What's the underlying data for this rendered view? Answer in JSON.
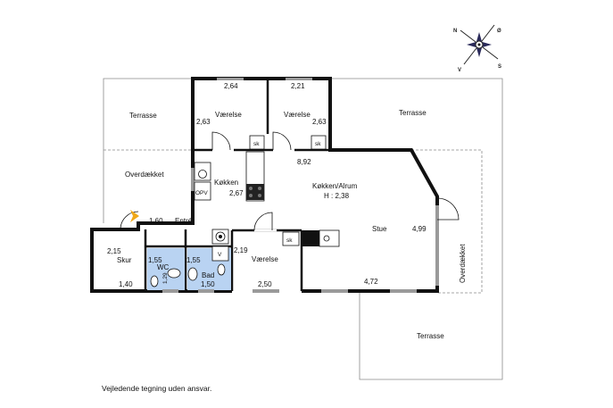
{
  "compass": {
    "n": "N",
    "s": "S",
    "v": "V",
    "o": "Ø"
  },
  "labels": {
    "terrasse_left": "Terrasse",
    "terrasse_top_right": "Terrasse",
    "terrasse_bottom": "Terrasse",
    "overdaekket_left": "Overdækket",
    "overdaekket_right": "Overdækket",
    "vaerelse_1": "Værelse",
    "vaerelse_2": "Værelse",
    "vaerelse_3": "Værelse",
    "koekken": "Køkken",
    "koekken_alrum": "Køkken/Alrum",
    "height": "H : 2,38",
    "stue": "Stue",
    "entre": "Entré",
    "skur": "Skur",
    "wc": "WC",
    "bad": "Bad",
    "opv": "OPV",
    "sk_1": "sk",
    "sk_2": "sk",
    "sk_3": "sk",
    "v": "V"
  },
  "dimensions": {
    "d_264": "2,64",
    "d_221": "2,21",
    "d_263_left": "2,63",
    "d_263_right": "2,63",
    "d_892": "8,92",
    "d_267": "2,67",
    "d_160": "1,60",
    "d_215": "2,15",
    "d_155_a": "1,55",
    "d_155_b": "1,55",
    "d_129": "1,29",
    "d_140": "1,40",
    "d_150": "1,50",
    "d_219": "2,19",
    "d_250": "2,50",
    "d_472": "4,72",
    "d_499": "4,99"
  },
  "caption": "Vejledende tegning uden ansvar.",
  "colors": {
    "wall": "#111111",
    "bath_fill": "#b9d3f2",
    "window": "#9a9a9a",
    "entry_arrow": "#f0a818",
    "outline": "#8a8a8a"
  }
}
